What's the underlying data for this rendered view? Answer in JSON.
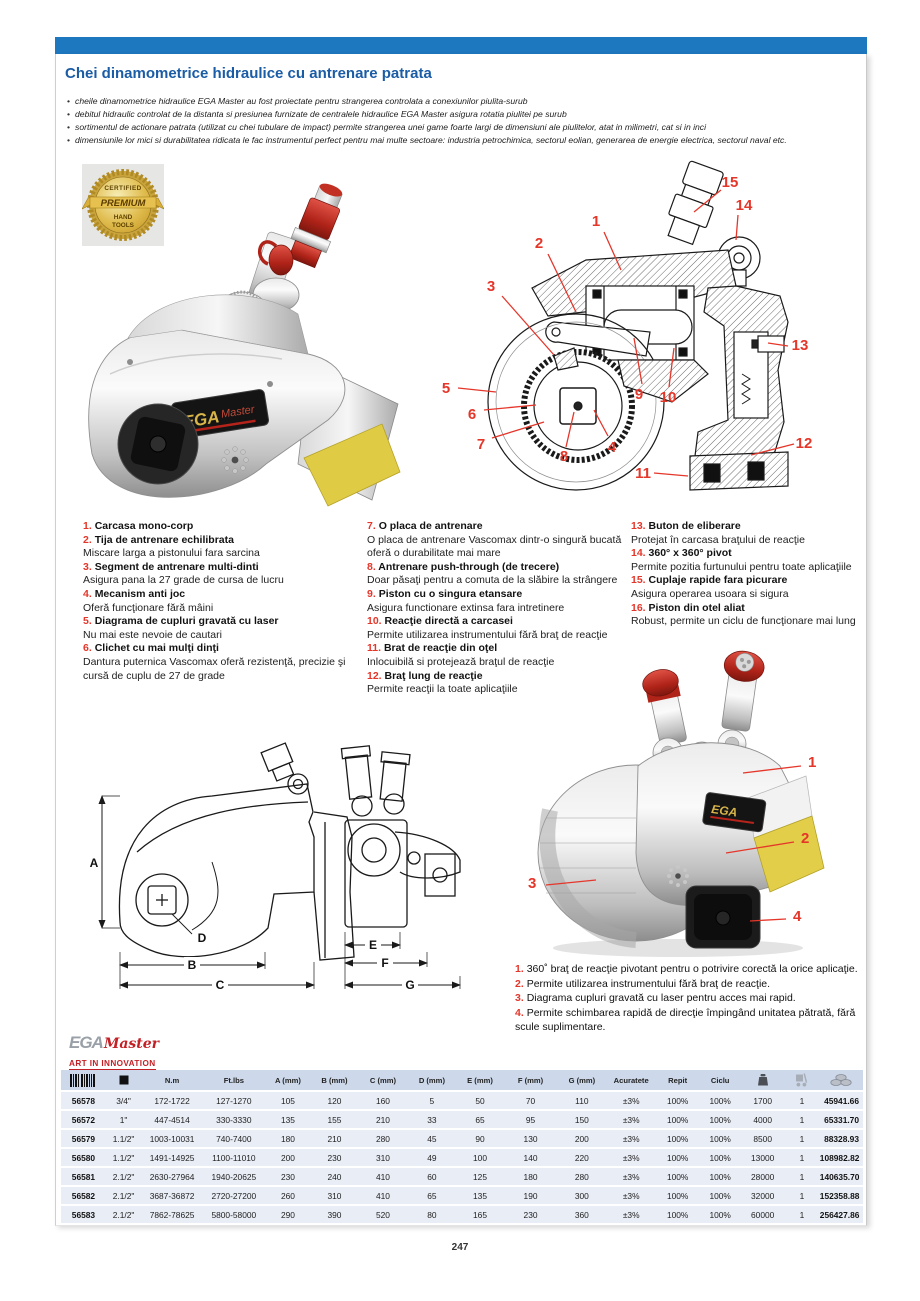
{
  "colors": {
    "top_bar_blue": "#1e78c0",
    "title_blue": "#1a5ca6",
    "accent_red": "#e5362a",
    "logo_red": "#c32026",
    "table_header_bg": "#cdd9ea",
    "table_row_bg": "#e9edf6",
    "badge_gold": "#d9b44a",
    "reaction_pad_yellow": "#e0cb45"
  },
  "page": {
    "title": "Chei dinamometrice hidraulice cu antrenare patrata",
    "bullets": [
      "cheile dinamometrice hidraulice EGA Master au fost proiectate pentru strangerea controlata a conexiunilor piulita-surub",
      "debitul hidraulic controlat de la distanta si presiunea furnizate de centralele hidraulice EGA Master asigura rotatia piulitei pe surub",
      "sortimentul de actionare patrata (utilizat cu chei tubulare de impact) permite strangerea unei game foarte largi de dimensiuni ale piulitelor, atat in milimetri, cat si in inci",
      "dimensiunile lor mici si durabilitatea ridicata le fac instrumentul perfect pentru mai multe sectoare: industria petrochimica, sectorul eolian, generarea de energie electrica, sectorul naval etc."
    ],
    "page_number": "247"
  },
  "badge": {
    "line1": "CERTIFIED",
    "ribbon": "PREMIUM",
    "line2": "HAND",
    "line3": "TOOLS"
  },
  "logo": {
    "brand": "EGA",
    "script": "Master",
    "tagline": "ART IN INNOVATION"
  },
  "features": {
    "col1": [
      {
        "num": "1",
        "title": "Carcasa mono-corp",
        "desc": ""
      },
      {
        "num": "2",
        "title": "Tija de antrenare echilibrata",
        "desc": "Miscare larga a pistonului fara sarcina"
      },
      {
        "num": "3",
        "title": "Segment de antrenare multi-dinti",
        "desc": "Asigura pana la 27 grade de cursa de lucru"
      },
      {
        "num": "4",
        "title": "Mecanism anti joc",
        "desc": "Oferă funcţionare fără mâini"
      },
      {
        "num": "5",
        "title": "Diagrama de cupluri gravată cu laser",
        "desc": "Nu mai este nevoie de cautari"
      },
      {
        "num": "6",
        "title": "Clichet cu mai mulţi dinţi",
        "desc": "Dantura puternica Vascomax oferă rezistenţă, precizie şi cursă de cuplu de 27 de grade"
      }
    ],
    "col2": [
      {
        "num": "7",
        "title": "O  placa de antrenare",
        "desc": "O placa de antrenare Vascomax dintr-o singură bucată oferă o durabilitate mai mare"
      },
      {
        "num": "8",
        "title": "Antrenare push-through (de trecere)",
        "desc": "Doar păsaţi pentru a comuta de la slăbire la strângere"
      },
      {
        "num": "9",
        "title": "Piston cu o singura etansare",
        "desc": "Asigura functionare extinsa fara intretinere"
      },
      {
        "num": "10",
        "title": "Reacţie directă a carcasei",
        "desc": "Permite utilizarea instrumentului fără braţ de reacţie"
      },
      {
        "num": "11",
        "title": "Brat de reacţie din oţel",
        "desc": "Inlocuibilă si protejează braţul de reacţie"
      },
      {
        "num": "12",
        "title": "Braţ lung de reacţie",
        "desc": "Permite reacţii la toate aplicaţiile"
      }
    ],
    "col3": [
      {
        "num": "13",
        "title": "Buton de eliberare",
        "desc": "Protejat în carcasa braţului de reacţie"
      },
      {
        "num": "14",
        "title": "360° x 360° pivot",
        "desc": "Permite pozitia furtunului pentru toate aplicaţiile"
      },
      {
        "num": "15",
        "title": "Cuplaje rapide fara picurare",
        "desc": "Asigura operarea usoara si sigura"
      },
      {
        "num": "16",
        "title": "Piston din otel aliat",
        "desc": "Robust, permite un ciclu de funcţionare mai lung"
      }
    ]
  },
  "diagram": {
    "callouts": [
      "1",
      "2",
      "3",
      "4",
      "5",
      "6",
      "7",
      "8",
      "9",
      "10",
      "11",
      "12",
      "13",
      "14",
      "15"
    ]
  },
  "dims": {
    "labels": [
      "A",
      "B",
      "C",
      "D",
      "E",
      "F",
      "G"
    ]
  },
  "photo2": {
    "callouts": [
      "1",
      "2",
      "3",
      "4"
    ]
  },
  "notes": [
    {
      "num": "1.",
      "text": "360˚ braţ de reacţie pivotant pentru o potrivire corectă la orice aplicaţie."
    },
    {
      "num": "2.",
      "text": "Permite utilizarea instrumentului fără braţ de reacţie."
    },
    {
      "num": "3.",
      "text": "Diagrama cupluri gravată cu laser pentru acces mai rapid."
    },
    {
      "num": "4.",
      "text": "Permite schimbarea rapidă de direcţie împingând unitatea pătrată, fără scule suplimentare."
    }
  ],
  "table": {
    "headers": [
      {
        "icon": "barcode-icon"
      },
      {
        "icon": "square-drive-icon"
      },
      {
        "label": "N.m"
      },
      {
        "label": "Ft.lbs"
      },
      {
        "label": "A (mm)"
      },
      {
        "label": "B (mm)"
      },
      {
        "label": "C (mm)"
      },
      {
        "label": "D (mm)"
      },
      {
        "label": "E (mm)"
      },
      {
        "label": "F (mm)"
      },
      {
        "label": "G (mm)"
      },
      {
        "label": "Acuratete"
      },
      {
        "label": "Repit"
      },
      {
        "label": "Ciclu"
      },
      {
        "icon": "weight-icon"
      },
      {
        "icon": "hand-truck-icon"
      },
      {
        "icon": "coins-icon"
      }
    ],
    "rows": [
      [
        "56578",
        "3/4\"",
        "172-1722",
        "127-1270",
        "105",
        "120",
        "160",
        "5",
        "50",
        "70",
        "110",
        "±3%",
        "100%",
        "100%",
        "1700",
        "1",
        "45941.66"
      ],
      [
        "56572",
        "1\"",
        "447-4514",
        "330-3330",
        "135",
        "155",
        "210",
        "33",
        "65",
        "95",
        "150",
        "±3%",
        "100%",
        "100%",
        "4000",
        "1",
        "65331.70"
      ],
      [
        "56579",
        "1.1/2\"",
        "1003-10031",
        "740-7400",
        "180",
        "210",
        "280",
        "45",
        "90",
        "130",
        "200",
        "±3%",
        "100%",
        "100%",
        "8500",
        "1",
        "88328.93"
      ],
      [
        "56580",
        "1.1/2\"",
        "1491-14925",
        "1100-11010",
        "200",
        "230",
        "310",
        "49",
        "100",
        "140",
        "220",
        "±3%",
        "100%",
        "100%",
        "13000",
        "1",
        "108982.82"
      ],
      [
        "56581",
        "2.1/2\"",
        "2630-27964",
        "1940-20625",
        "230",
        "240",
        "410",
        "60",
        "125",
        "180",
        "280",
        "±3%",
        "100%",
        "100%",
        "28000",
        "1",
        "140635.70"
      ],
      [
        "56582",
        "2.1/2\"",
        "3687-36872",
        "2720-27200",
        "260",
        "310",
        "410",
        "65",
        "135",
        "190",
        "300",
        "±3%",
        "100%",
        "100%",
        "32000",
        "1",
        "152358.88"
      ],
      [
        "56583",
        "2.1/2\"",
        "7862-78625",
        "5800-58000",
        "290",
        "390",
        "520",
        "80",
        "165",
        "230",
        "360",
        "±3%",
        "100%",
        "100%",
        "60000",
        "1",
        "256427.86"
      ]
    ]
  }
}
